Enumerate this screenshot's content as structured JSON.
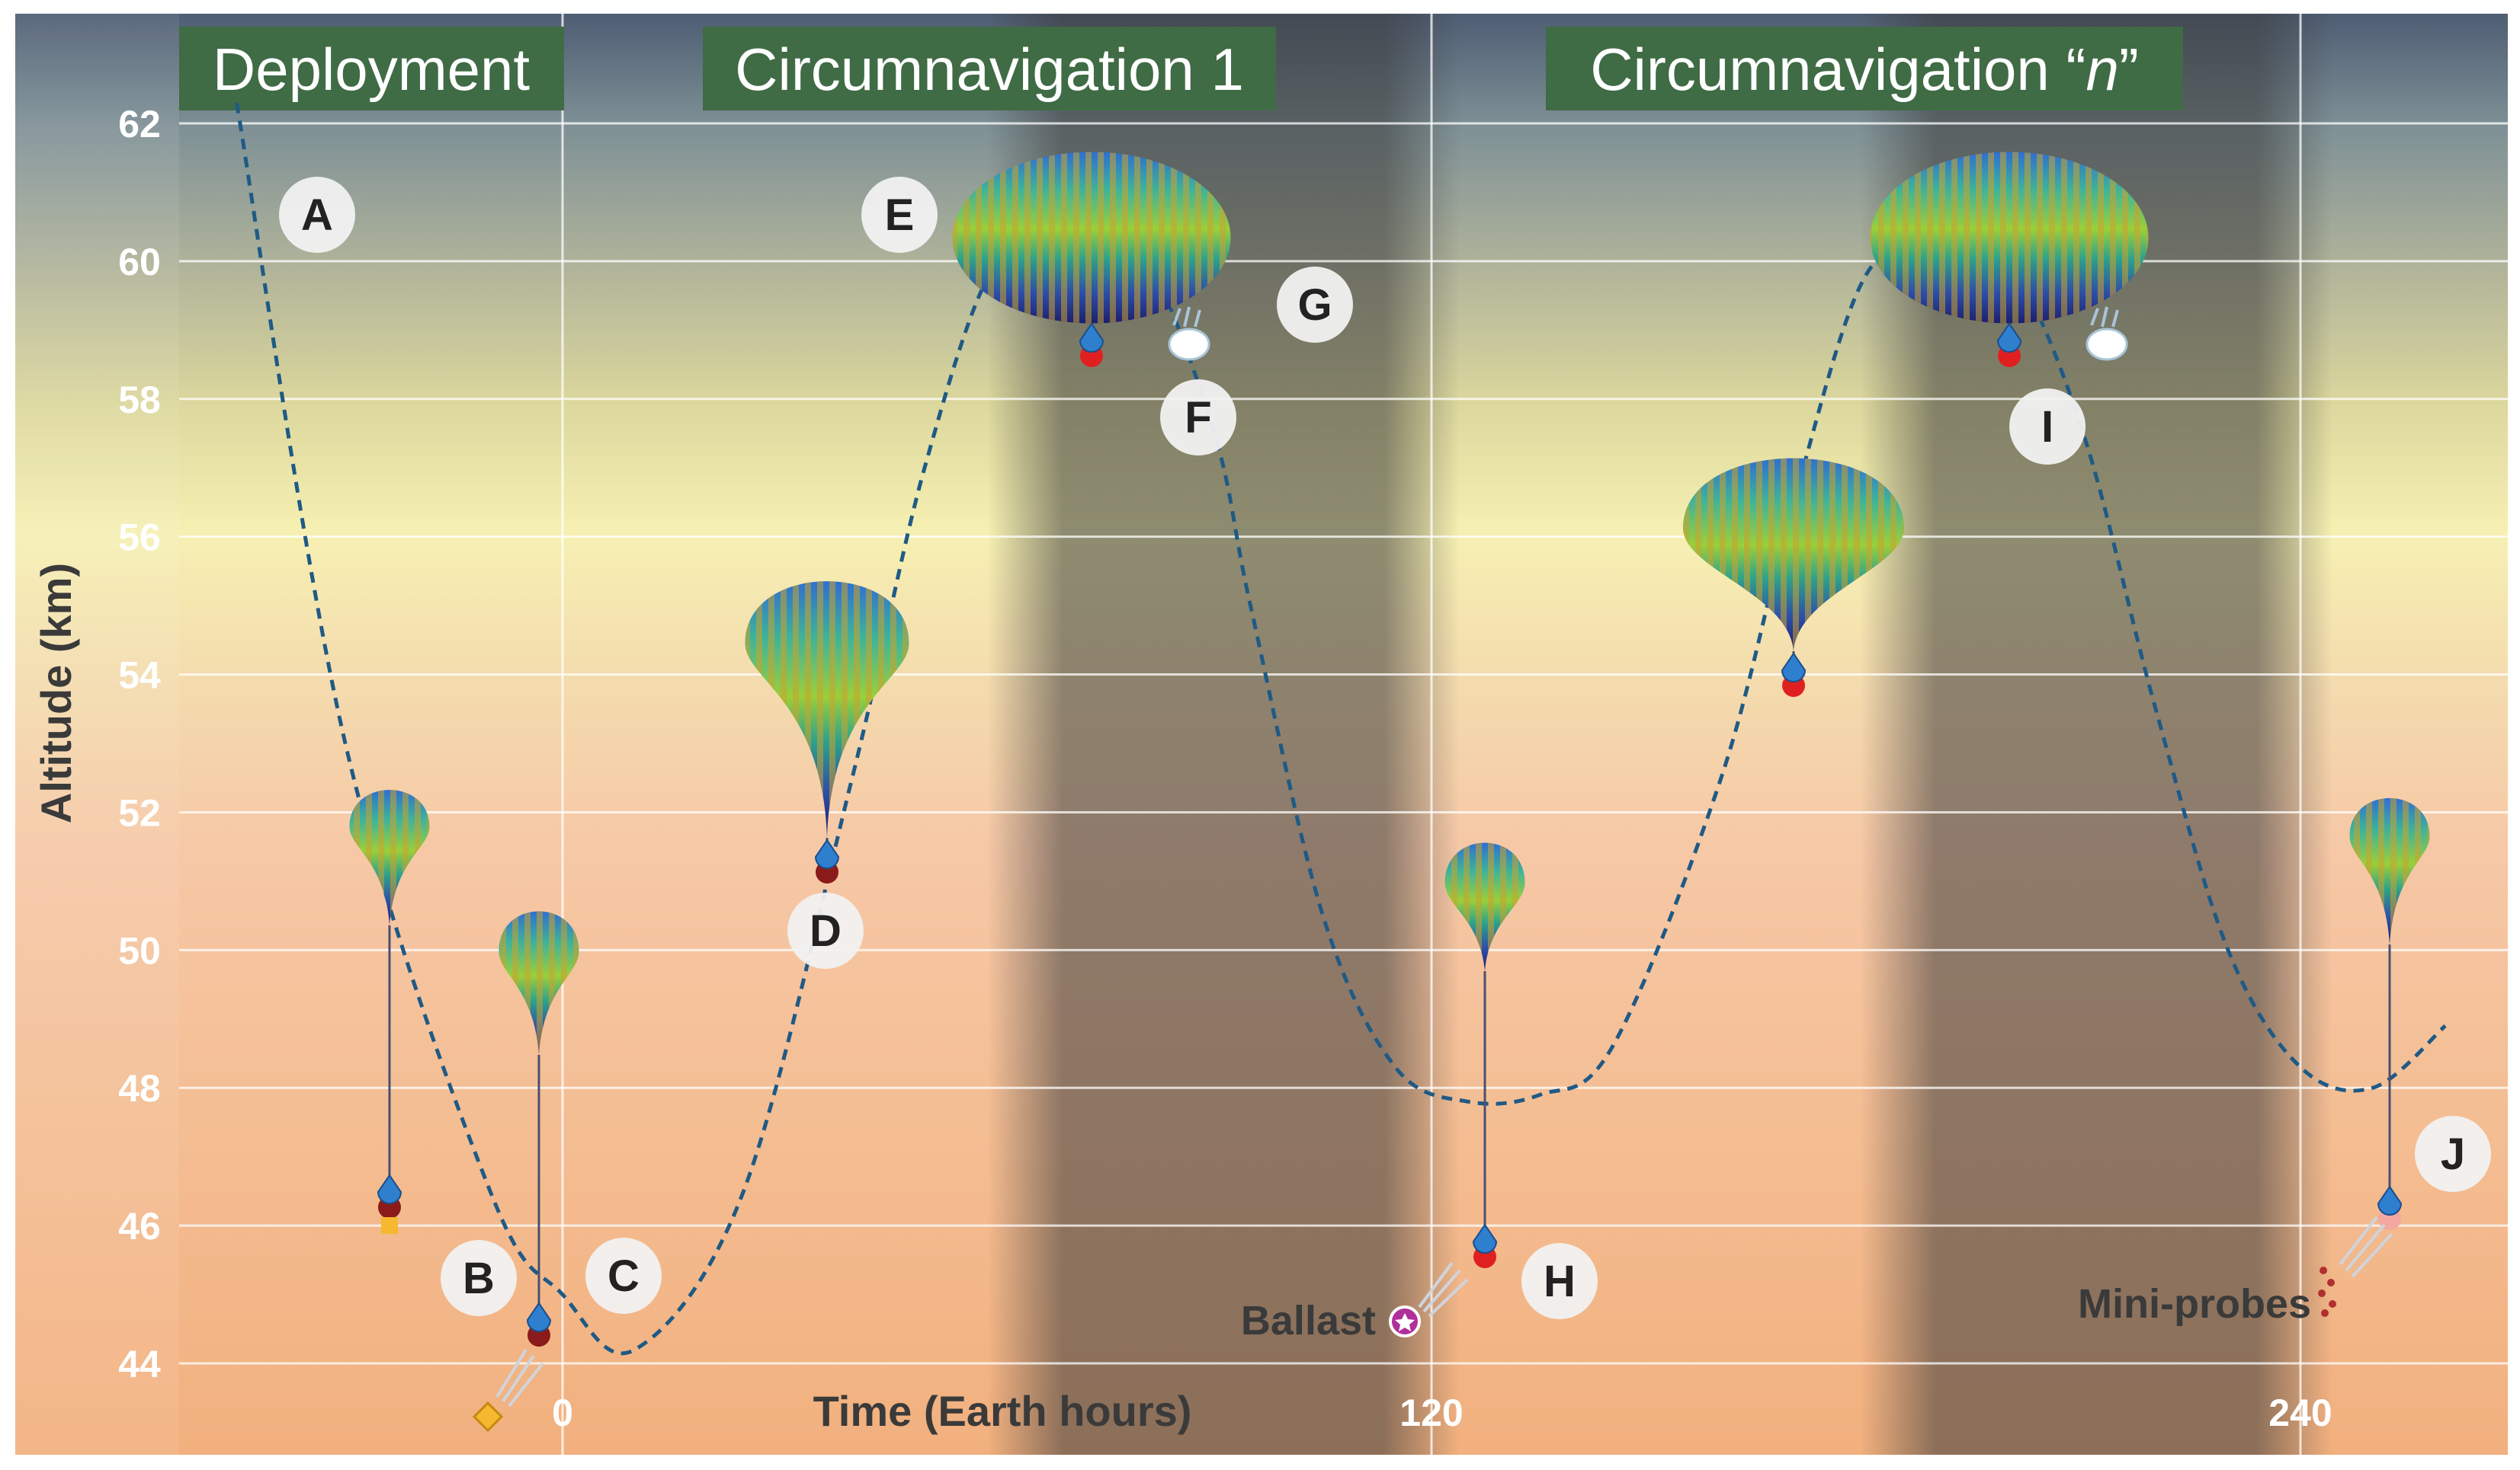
{
  "phases": [
    {
      "label": "Deployment"
    },
    {
      "label": "Circumnavigation 1"
    },
    {
      "label": "Circumnavigation “",
      "italic": "n",
      "suffix": "”"
    }
  ],
  "axes": {
    "y_title": "Altitude (km)",
    "x_title": "Time (Earth hours)",
    "y_ticks": [
      "62",
      "60",
      "58",
      "56",
      "54",
      "52",
      "50",
      "48",
      "46",
      "44"
    ],
    "x_ticks": [
      "0",
      "120",
      "240"
    ]
  },
  "markers": [
    "A",
    "B",
    "C",
    "D",
    "E",
    "F",
    "G",
    "H",
    "I",
    "J"
  ],
  "labels": {
    "ballast": "Ballast",
    "mini_probes": "Mini-probes"
  },
  "colors": {
    "trajectory": "#1f5a85",
    "phase_box": "#3f6b45",
    "night_band": "#3a3a3a",
    "probe_blue": "#2f7fcf",
    "probe_red": "#e02020",
    "ballast": "#b0309a",
    "capsule": "#f5b82e"
  },
  "chart_data": {
    "type": "line",
    "xlabel": "Time (Earth hours)",
    "ylabel": "Altitude (km)",
    "ylim": [
      43,
      63
    ],
    "x_ticks": [
      0,
      120,
      240
    ],
    "y_ticks": [
      44,
      46,
      48,
      50,
      52,
      54,
      56,
      58,
      60,
      62
    ],
    "series": [
      {
        "x": [
          -45,
          -30,
          -10,
          0,
          10,
          25,
          40,
          50,
          60,
          70,
          80,
          90,
          95,
          105,
          115,
          125,
          135,
          145,
          160,
          170,
          180,
          190,
          200,
          210,
          220,
          230,
          240,
          250,
          260
        ],
        "y": [
          62.3,
          53.0,
          46.5,
          45.0,
          44.2,
          46.5,
          52.5,
          57.0,
          60.0,
          60.1,
          60.1,
          57.5,
          55.0,
          50.5,
          48.3,
          47.8,
          47.9,
          48.6,
          52.5,
          56.5,
          59.8,
          60.1,
          59.9,
          57.5,
          53.5,
          50.0,
          48.3,
          48.0,
          48.9
        ]
      }
    ]
  }
}
